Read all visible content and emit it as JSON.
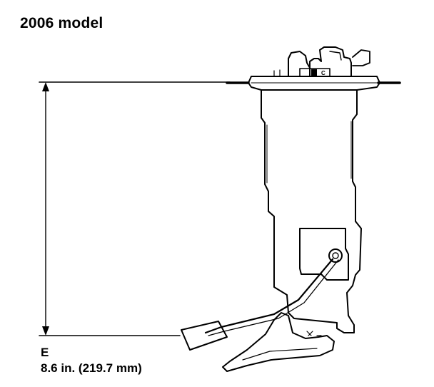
{
  "title": "2006 model",
  "dimension": {
    "letter": "E",
    "value": "8.6 in. (219.7 mm)"
  },
  "connector_label": "C",
  "colors": {
    "ink": "#000000",
    "background": "#ffffff"
  }
}
